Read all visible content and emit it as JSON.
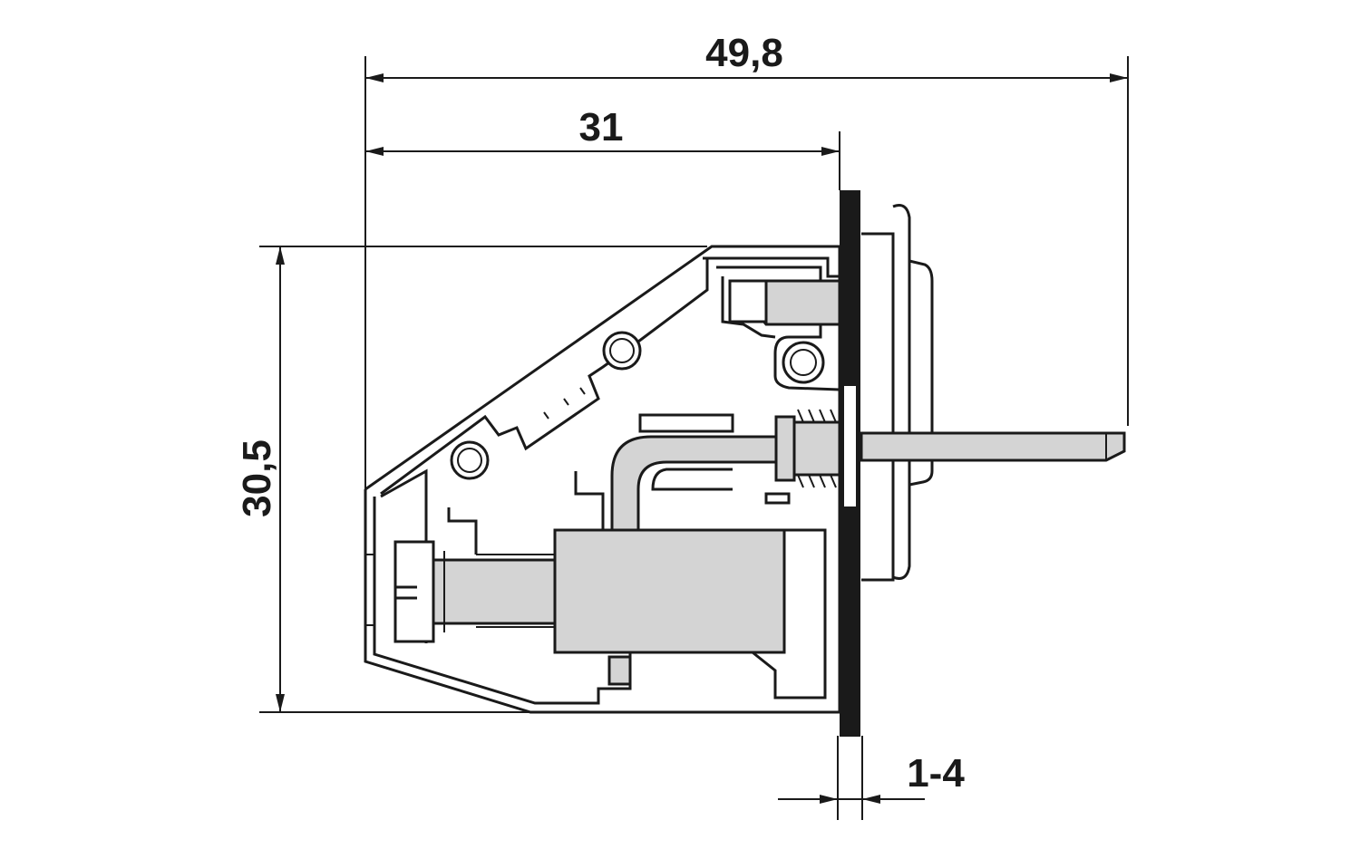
{
  "dimensions": {
    "overall_width": "49,8",
    "body_width": "31",
    "height": "30,5",
    "panel_thickness": "1-4"
  },
  "colors": {
    "line": "#1a1a1a",
    "fill_gray": "#d4d4d4",
    "background": "#ffffff"
  }
}
